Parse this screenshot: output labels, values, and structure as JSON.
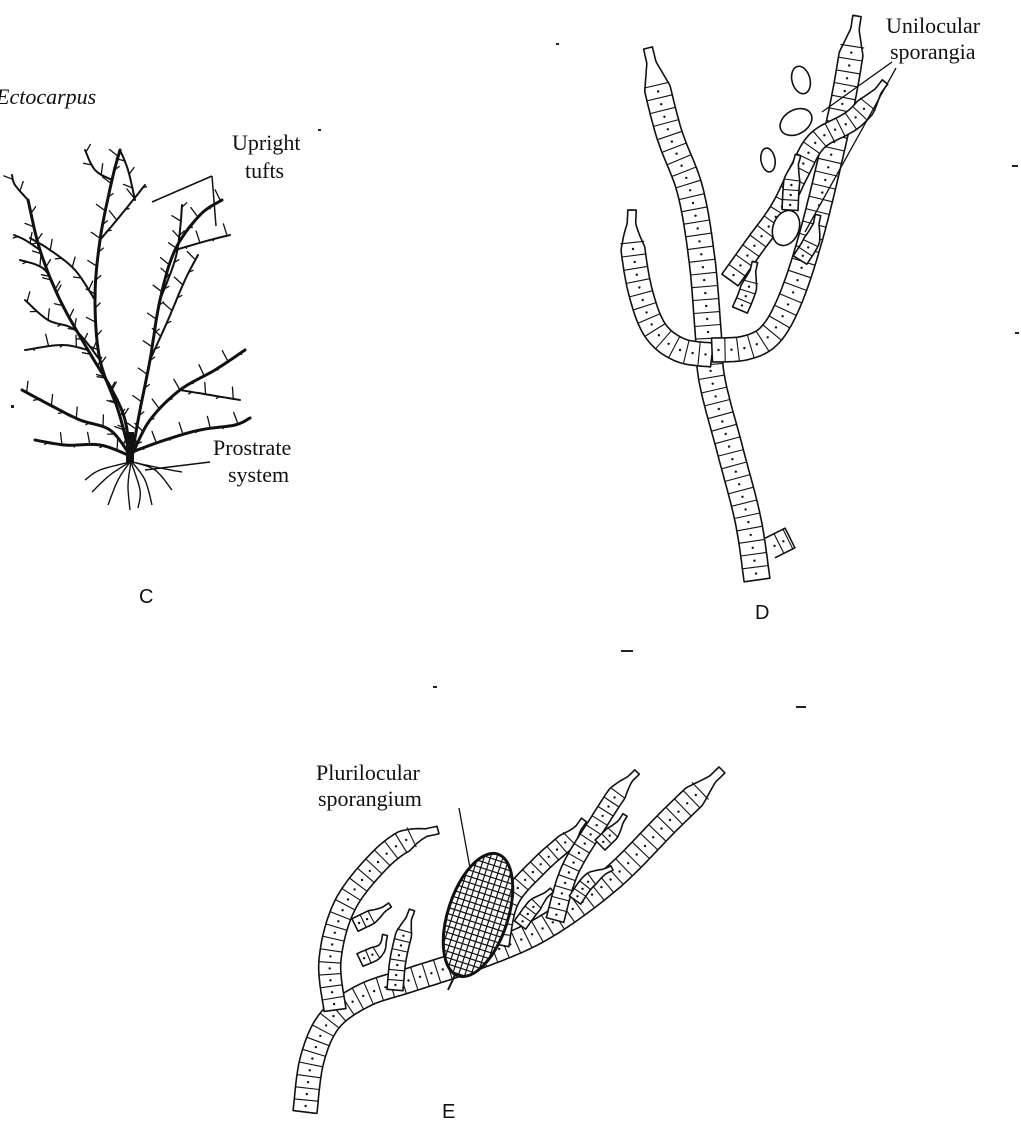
{
  "genus": "Ectocarpus",
  "panels": {
    "c": {
      "letter": "C",
      "labels": [
        "Upright",
        "tufts",
        "Prostrate",
        "system"
      ]
    },
    "d": {
      "letter": "D",
      "labels": [
        "Unilocular",
        "sporangia"
      ]
    },
    "e": {
      "letter": "E",
      "labels": [
        "Plurilocular",
        "sporangium"
      ]
    }
  }
}
